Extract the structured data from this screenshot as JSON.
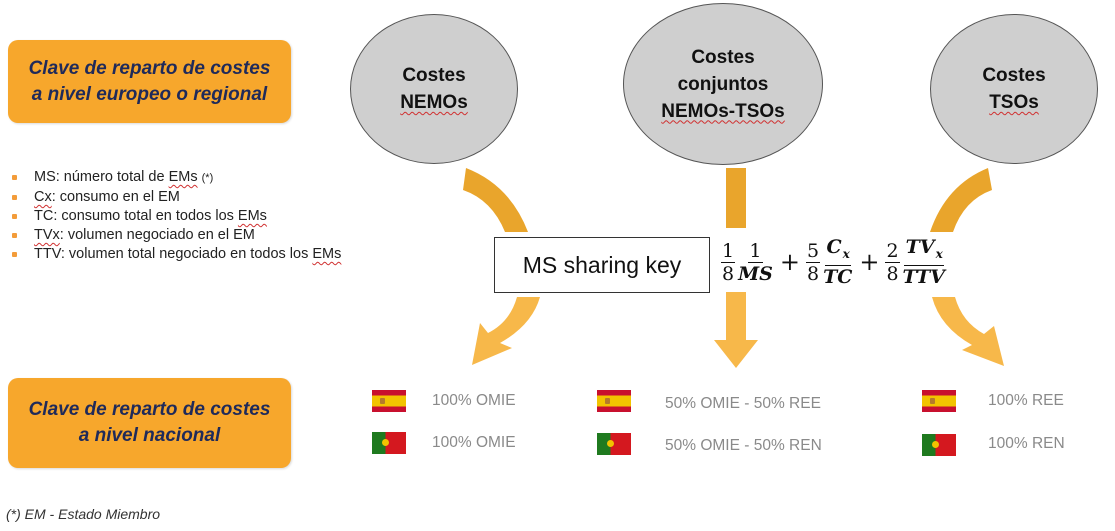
{
  "regional_box": {
    "line1": "Clave de reparto de costes",
    "line2": "a nivel europeo o regional"
  },
  "national_box": {
    "line1": "Clave de reparto de costes",
    "line2": "a nivel nacional"
  },
  "ellipses": {
    "nemos": {
      "line1": "Costes",
      "line2": "NEMOs"
    },
    "joint": {
      "line1": "Costes",
      "line2": "conjuntos",
      "line3": "NEMOs-TSOs"
    },
    "tsos": {
      "line1": "Costes",
      "line2": "TSOs"
    }
  },
  "legend": [
    {
      "abbr": "MS",
      "text": ": número total de ",
      "tail": "EMs",
      "note": "(*)"
    },
    {
      "abbr": "Cx",
      "text": ":   consumo en el EM",
      "tail": "",
      "note": ""
    },
    {
      "abbr": "TC",
      "text": ":   consumo total en todos los ",
      "tail": "EMs",
      "note": ""
    },
    {
      "abbr": "TVx",
      "text": ": volumen negociado en el EM",
      "tail": "",
      "note": ""
    },
    {
      "abbr": "TTV",
      "text": ": volumen total negociado en todos los ",
      "tail": "EMs",
      "note": ""
    }
  ],
  "sharing_key": {
    "label": "MS sharing key"
  },
  "formula": {
    "t1": {
      "c_num": "1",
      "c_den": "8",
      "v_num": "1",
      "v_den": "MS"
    },
    "op1": "+",
    "t2": {
      "c_num": "5",
      "c_den": "8",
      "v_num": "C",
      "v_num_sub": "x",
      "v_den": "TC"
    },
    "op2": "+",
    "t3": {
      "c_num": "2",
      "c_den": "8",
      "v_num": "TV",
      "v_num_sub": "x",
      "v_den": "TTV"
    }
  },
  "allocations": {
    "nemos": {
      "es": "100% OMIE",
      "pt": "100% OMIE"
    },
    "joint": {
      "es": "50% OMIE - 50% REE",
      "pt": "50% OMIE - 50% REN"
    },
    "tsos": {
      "es": "100% REE",
      "pt": "100% REN"
    }
  },
  "footnote": "(*) EM - Estado Miembro",
  "colors": {
    "orange": "#f7a72c",
    "arrow": "#e9a52c",
    "ellipse_fill": "#cfcfcf",
    "bullet": "#f39c3a",
    "allocation_text": "#8a8a8a"
  }
}
